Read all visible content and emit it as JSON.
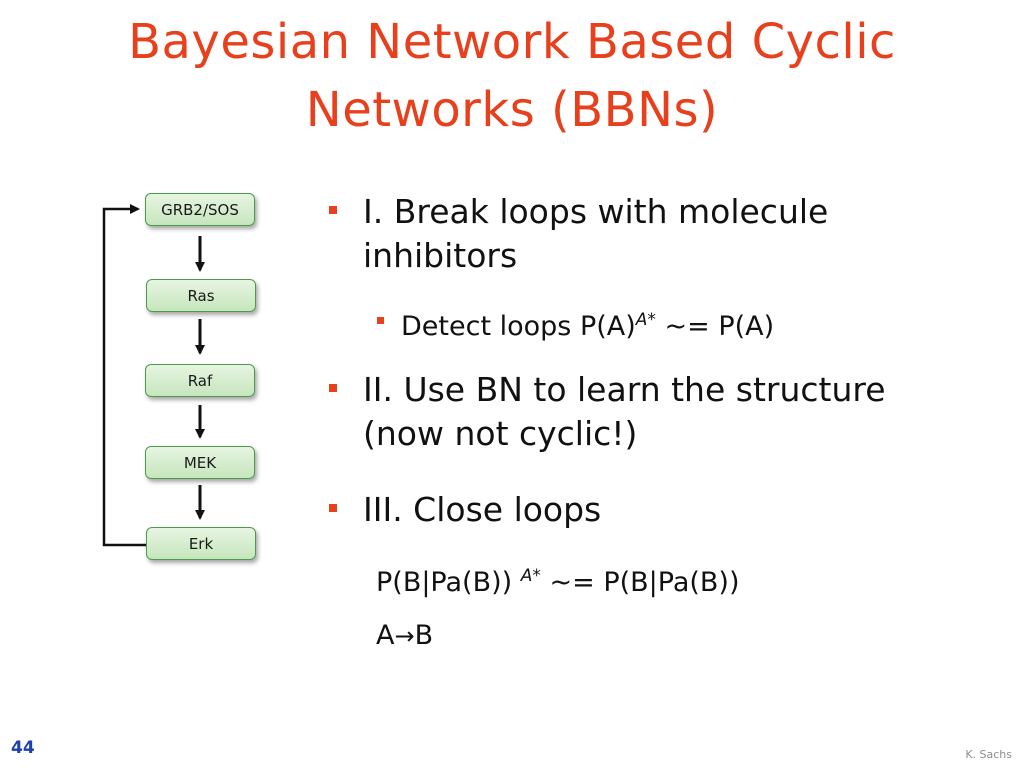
{
  "slide": {
    "title_line1": "Bayesian Network Based Cyclic",
    "title_line2": "Networks (BBNs)",
    "page_number": "44",
    "author": "K. Sachs"
  },
  "diagram": {
    "nodes": [
      "GRB2/SOS",
      "Ras",
      "Raf",
      "MEK",
      "Erk"
    ],
    "feedback": "Erk → GRB2/SOS"
  },
  "bullets": {
    "b1": "I. Break loops with molecule inhibitors",
    "b1_sub_pre": "Detect loops P(A)",
    "b1_sub_sup": "A*",
    "b1_sub_post": " ~= P(A)",
    "b2": "II. Use BN to learn the structure (now not cyclic!)",
    "b3": "III. Close loops",
    "b3_line1_pre": "P(B|Pa(B)) ",
    "b3_line1_sup": "A*",
    "b3_line1_post": " ~= P(B|Pa(B))",
    "b3_line2_a": "A",
    "b3_line2_arrow": "→",
    "b3_line2_b": "B"
  },
  "colors": {
    "title": "#e8401c",
    "bullet_marker": "#e8401c",
    "node_fill": "#c6e6bd",
    "node_border": "#4c9a4a",
    "page_number": "#1f3fb0"
  }
}
